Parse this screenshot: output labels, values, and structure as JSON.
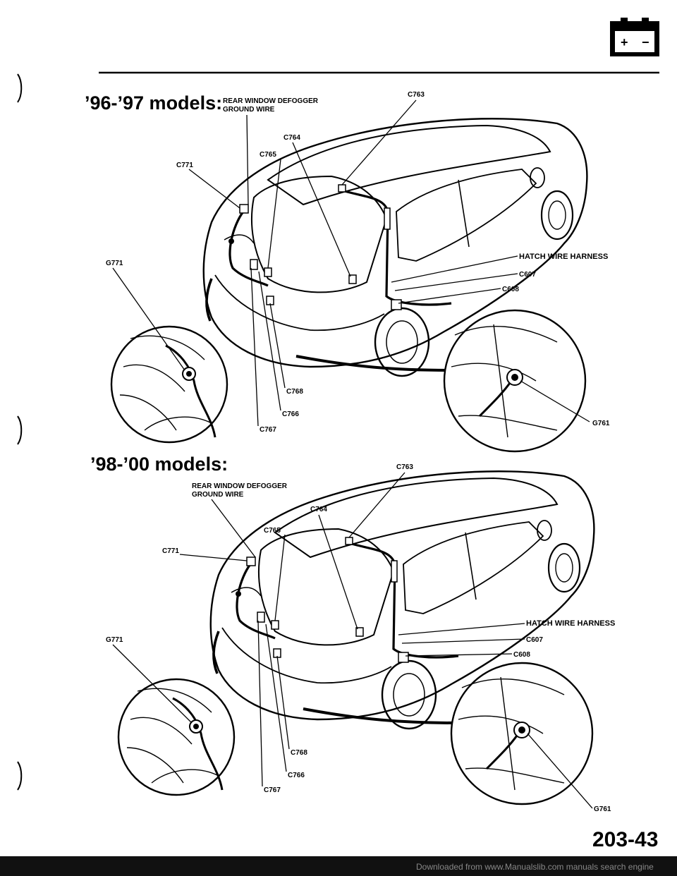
{
  "page_number": "203-43",
  "battery_icon": {
    "icon": "battery-icon",
    "plus": "+",
    "minus": "−"
  },
  "footer": {
    "site": "Downloaded from www.Manualslib.com manuals search engine"
  },
  "diagrams": [
    {
      "title": "’96-’97 models:",
      "labels": {
        "defogger": "REAR WINDOW DEFOGGER",
        "ground": "GROUND WIRE",
        "c763": "C763",
        "c764": "C764",
        "c765": "C765",
        "c771": "C771",
        "g771": "G771",
        "harness": "HATCH WIRE HARNESS",
        "c607": "C607",
        "c608": "C608",
        "c768": "C768",
        "c766": "C766",
        "c767": "C767",
        "g761": "G761"
      }
    },
    {
      "title": "’98-’00 models:",
      "labels": {
        "defogger": "REAR WINDOW DEFOGGER",
        "ground": "GROUND WIRE",
        "c763": "C763",
        "c764": "C764",
        "c765": "C765",
        "c771": "C771",
        "g771": "G771",
        "harness": "HATCH WIRE HARNESS",
        "c607": "C607",
        "c608": "C608",
        "c768": "C768",
        "c766": "C766",
        "c767": "C767",
        "g761": "G761"
      }
    }
  ]
}
